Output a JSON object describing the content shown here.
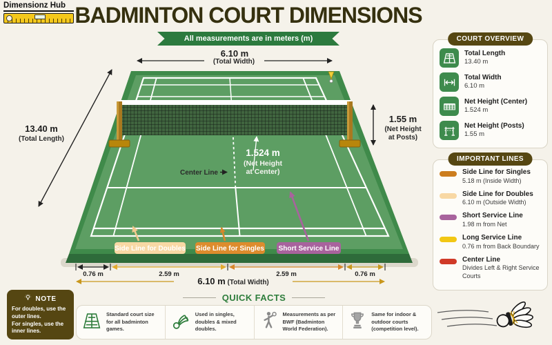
{
  "brand": {
    "name": "Dimensionz Hub"
  },
  "header": {
    "title": "BADMINTON COURT DIMENSIONS",
    "banner": "All measurements are in meters (m)"
  },
  "diagram": {
    "top_width_value": "6.10 m",
    "top_width_label": "(Total Width)",
    "total_length_value": "13.40 m",
    "total_length_label": "(Total Length)",
    "net_height_posts_value": "1.55 m",
    "net_height_posts_line1": "(Net Height",
    "net_height_posts_line2": "at Posts)",
    "net_height_center_value": "1.524 m",
    "net_height_center_line1": "(Net Height",
    "net_height_center_line2": "at Center)",
    "center_line_label": "Center Line",
    "pill_doubles": "Side Line for Doubles",
    "pill_singles": "Side Line for Singles",
    "pill_short": "Short Service Line",
    "dim_left_margin": "0.76 m",
    "dim_left_half": "2.59 m",
    "dim_right_half": "2.59 m",
    "dim_right_margin": "0.76 m",
    "dim_total_value": "6.10 m",
    "dim_total_label": " (Total Width)",
    "colors": {
      "pill_doubles": "#f8d8a4",
      "pill_singles": "#dd8c2d",
      "pill_short": "#a8639d",
      "court_green": "#5d9e63",
      "accent_gold": "#c9971c"
    }
  },
  "court_overview": {
    "title": "COURT OVERVIEW",
    "items": [
      {
        "icon": "court-icon",
        "label": "Total Length",
        "value": "13.40 m"
      },
      {
        "icon": "width-icon",
        "label": "Total Width",
        "value": "6.10 m"
      },
      {
        "icon": "net-center-icon",
        "label": "Net Height (Center)",
        "value": "1.524 m"
      },
      {
        "icon": "net-posts-icon",
        "label": "Net Height (Posts)",
        "value": "1.55 m"
      }
    ]
  },
  "important_lines": {
    "title": "IMPORTANT LINES",
    "items": [
      {
        "label": "Side Line for Singles",
        "desc": "5.18 m (Inside Width)",
        "swatch": "background:#cc7d1e"
      },
      {
        "label": "Side Line for Doubles",
        "desc": "6.10 m (Outside Width)",
        "swatch": "background:#f8d8a4"
      },
      {
        "label": "Short Service Line",
        "desc": "1.98 m from Net",
        "swatch": "background:#a8639d"
      },
      {
        "label": "Long Service Line",
        "desc": "0.76 m from Back Boundary",
        "swatch": "background:#f2c714"
      },
      {
        "label": "Center Line",
        "desc": "Divides Left & Right Service Courts",
        "swatch": "background:#d03a28"
      }
    ]
  },
  "note": {
    "title": "NOTE",
    "line1": "For doubles, use the outer lines.",
    "line2": "For singles, use the inner lines."
  },
  "quick_facts": {
    "title": "QUICK FACTS",
    "facts": [
      {
        "icon": "court-icon",
        "text": "Standard court size for all badminton games."
      },
      {
        "icon": "shuttlecock-icon",
        "text": "Used in singles, doubles & mixed doubles."
      },
      {
        "icon": "player-icon",
        "text": "Measurements as per BWF (Badminton World Federation)."
      },
      {
        "icon": "trophy-icon",
        "text": "Same for indoor & outdoor courts (competition level)."
      }
    ]
  }
}
